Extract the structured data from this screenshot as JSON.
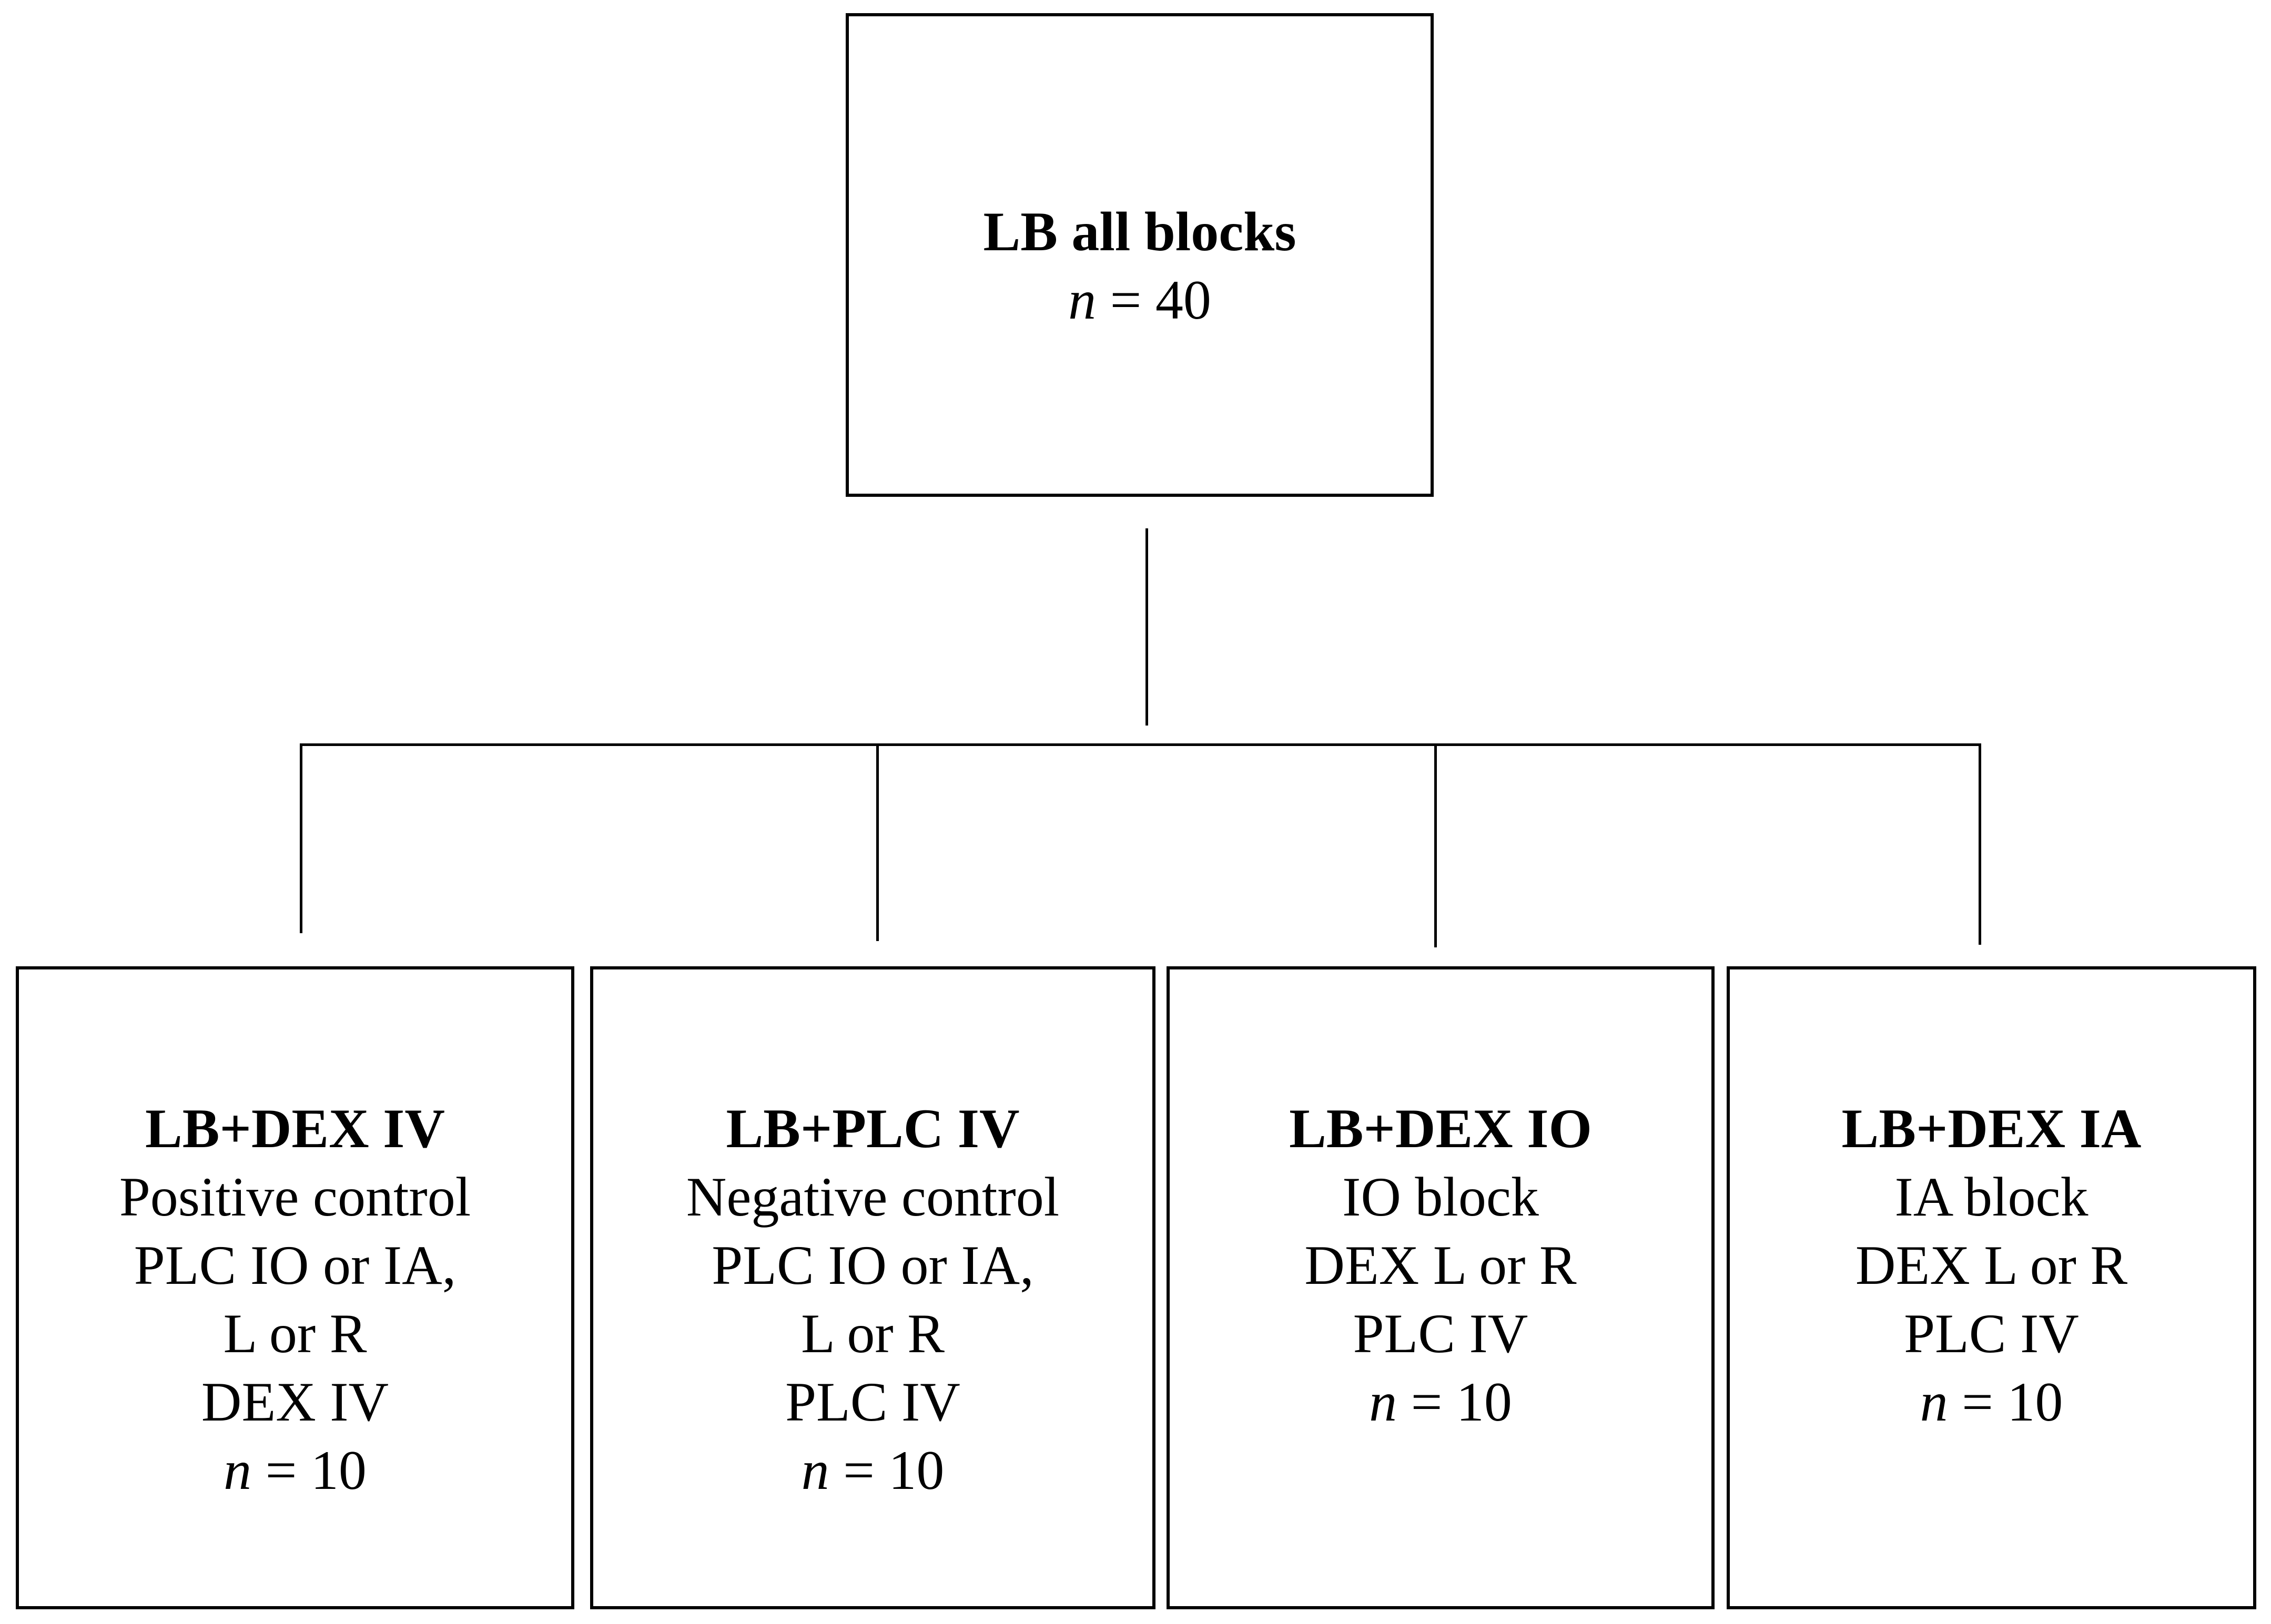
{
  "top": {
    "title": "LB all blocks",
    "n_var": "n",
    "n_rest": " = 40"
  },
  "groups": [
    {
      "title": "LB+DEX IV",
      "lines": [
        "Positive control",
        "PLC IO or IA,",
        "L or R",
        "DEX IV"
      ],
      "n_var": "n",
      "n_rest": " = 10"
    },
    {
      "title": "LB+PLC IV",
      "lines": [
        "Negative control",
        "PLC IO or IA,",
        "L or R",
        "PLC IV"
      ],
      "n_var": "n",
      "n_rest": " = 10"
    },
    {
      "title": "LB+DEX IO",
      "lines": [
        "IO block",
        "DEX L or R",
        "PLC IV"
      ],
      "n_var": "n",
      "n_rest": " = 10"
    },
    {
      "title": "LB+DEX IA",
      "lines": [
        "IA block",
        "DEX L or R",
        "PLC IV"
      ],
      "n_var": "n",
      "n_rest": " = 10"
    }
  ]
}
